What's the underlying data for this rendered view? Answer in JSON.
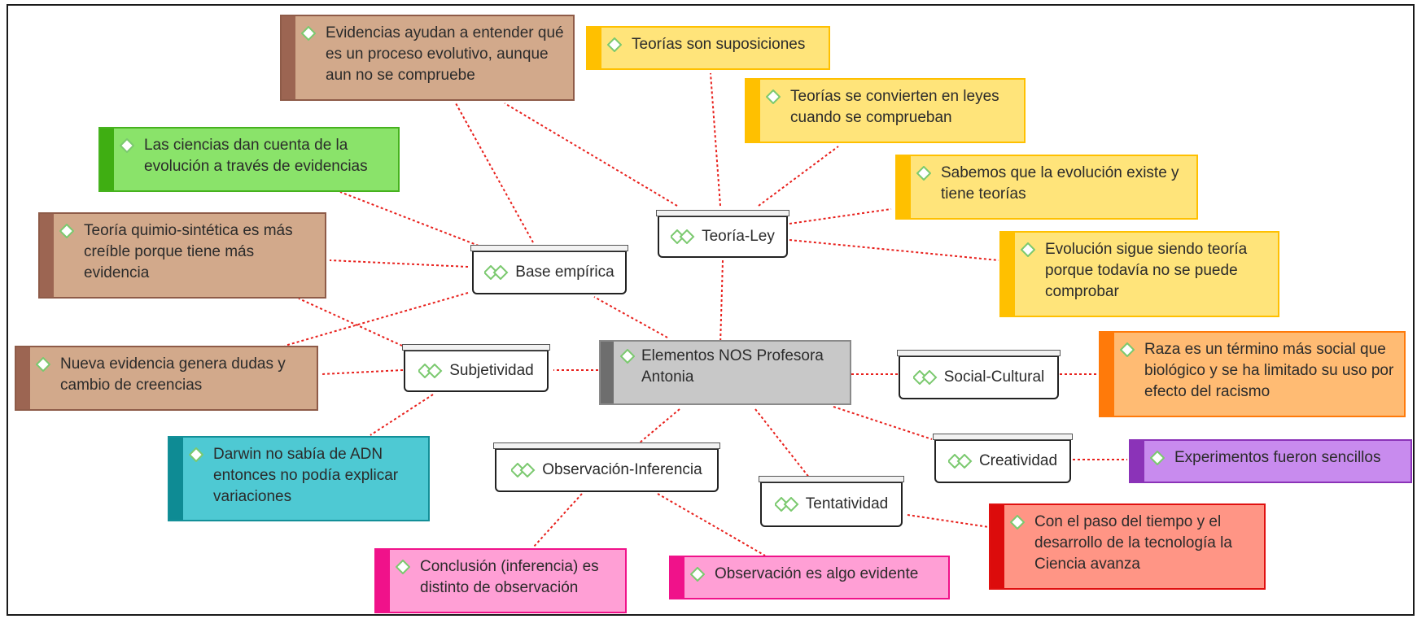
{
  "central": {
    "label": "Elementos NOS Profesora Antonia"
  },
  "topics": {
    "teoria_ley": "Teoría-Ley",
    "base_empirica": "Base empírica",
    "subjetividad": "Subjetividad",
    "observacion_inferencia": "Observación-Inferencia",
    "tentatividad": "Tentatividad",
    "social_cultural": "Social-Cultural",
    "creatividad": "Creatividad"
  },
  "notes": {
    "evidencias_ayudan": "Evidencias ayudan a entender qué es un proceso evolutivo, aunque aun no se compruebe",
    "ciencias_dan_cuenta": "Las ciencias dan cuenta de la evolución a través de evidencias",
    "teoria_quimio": "Teoría quimio-sintética es más creíble porque tiene más evidencia",
    "nueva_evidencia": "Nueva evidencia genera dudas y cambio de creencias",
    "darwin_adn": "Darwin no sabía de ADN entonces no podía explicar variaciones",
    "teorias_suposiciones": "Teorías son suposiciones",
    "teorias_leyes": "Teorías se convierten en leyes cuando se comprueban",
    "sabemos_evolucion": "Sabemos que la evolución existe y tiene teorías",
    "evolucion_teoria": "Evolución sigue siendo teoría porque todavía no se puede comprobar",
    "raza_termino": "Raza es un término más social que biológico y se ha limitado su uso por efecto del racismo",
    "experimentos_sencillos": "Experimentos fueron sencillos",
    "paso_tiempo": "Con el paso del tiempo y el desarrollo de la tecnología la Ciencia avanza",
    "conclusion_inferencia": "Conclusión (inferencia) es distinto de observación",
    "observacion_evidente": "Observación es algo evidente"
  },
  "colors": {
    "connector": "#e8201c",
    "brown": "#d2a98b",
    "yellow": "#ffe47a",
    "green": "#8ae36a",
    "teal": "#4ec9d3",
    "orange": "#ffbb73",
    "purple": "#c88bee",
    "red": "#ff9585",
    "pink": "#ff9fd5",
    "central": "#c8c8c8"
  },
  "icons": {
    "note_icon": "diamond-icon",
    "topic_icon": "double-diamond-icon"
  }
}
